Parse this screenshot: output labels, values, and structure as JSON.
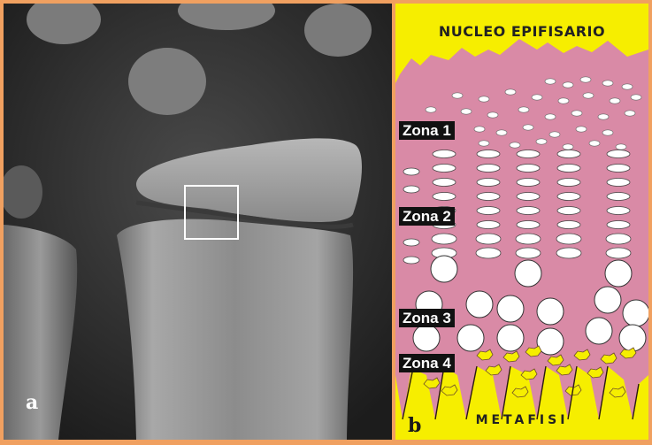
{
  "panel_a": {
    "label": "a"
  },
  "panel_b": {
    "label": "b",
    "top_title": "NUCLEO EPIFISARIO",
    "bottom_title": "METAFISI",
    "zones": [
      "Zona 1",
      "Zona 2",
      "Zona 3",
      "Zona 4"
    ]
  },
  "colors": {
    "frame": "#f0a060",
    "cartilage": "#d98aa6",
    "bone_yellow": "#f6ee00",
    "xray_dark": "#2b2b2b"
  }
}
